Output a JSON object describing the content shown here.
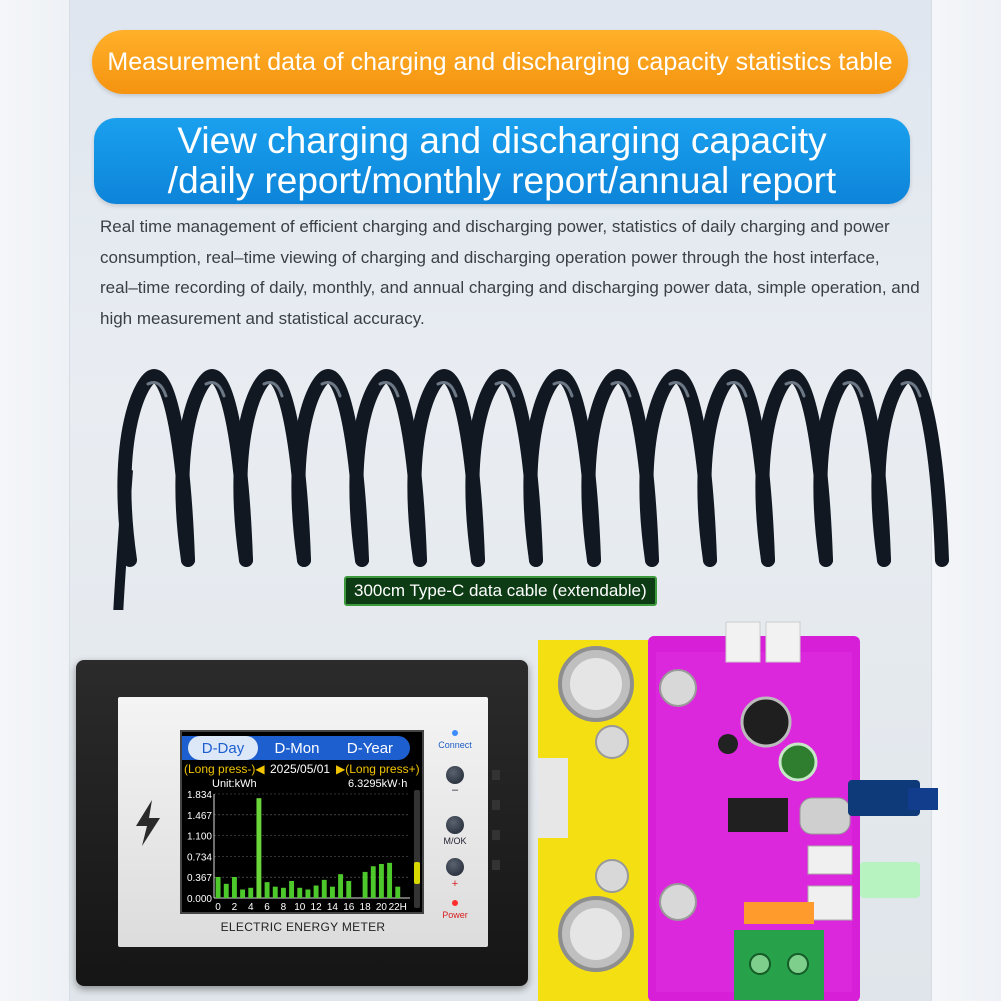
{
  "banners": {
    "orange": "Measurement data of charging and discharging capacity statistics table",
    "blue_line1": "View charging and discharging capacity",
    "blue_line2": "/daily report/monthly report/annual report"
  },
  "description": "Real time management of efficient charging and discharging power, statistics of daily charging and power consumption, real–time viewing of charging and discharging operation power through the host interface, real–time recording of daily, monthly, and annual charging and discharging power data, simple operation, and high measurement and statistical accuracy.",
  "cable_label": "300cm Type-C data cable (extendable)",
  "meter": {
    "tabs": [
      {
        "label": "D-Day",
        "active": true
      },
      {
        "label": "D-Mon",
        "active": false
      },
      {
        "label": "D-Year",
        "active": false
      }
    ],
    "long_press_left": "(Long press-)◀",
    "date": "2025/05/01",
    "long_press_right": "▶(Long press+)",
    "unit": "Unit:kWh",
    "total": "6.3295kW·h",
    "footer": "ELECTRIC ENERGY METER",
    "buttons": {
      "connect": "Connect",
      "minus": "–",
      "ok": "M/OK",
      "plus": "+",
      "power": "Power"
    },
    "colors": {
      "tab_bar": "#1e5fcf",
      "bars": "#4ec92b",
      "peak": "#6bd63a",
      "text_yellow": "#f2c400"
    }
  },
  "chart_data": {
    "type": "bar",
    "x": [
      0,
      1,
      2,
      3,
      4,
      5,
      6,
      7,
      8,
      9,
      10,
      11,
      12,
      13,
      14,
      15,
      16,
      17,
      18,
      19,
      20,
      21,
      22,
      23
    ],
    "values": [
      0.37,
      0.25,
      0.37,
      0.15,
      0.18,
      1.76,
      0.28,
      0.2,
      0.18,
      0.3,
      0.18,
      0.15,
      0.22,
      0.32,
      0.2,
      0.42,
      0.3,
      0.0,
      0.46,
      0.56,
      0.6,
      0.62,
      0.2,
      0.0
    ],
    "yticks": [
      "0.000",
      "0.367",
      "0.734",
      "1.100",
      "1.467",
      "1.834"
    ],
    "xticks": [
      "0",
      "2",
      "4",
      "6",
      "8",
      "10",
      "12",
      "14",
      "16",
      "18",
      "20",
      "22H"
    ],
    "ylim": [
      0,
      1.834
    ],
    "ylabel": "Unit:kWh",
    "grid": true
  }
}
